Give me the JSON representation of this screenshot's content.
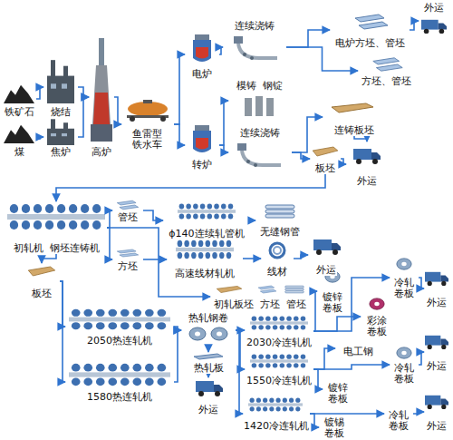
{
  "diagram": {
    "nodes": [
      {
        "text": [
          "铁矿石"
        ]
      },
      {
        "text": [
          "烧结"
        ]
      },
      {
        "text": [
          "煤"
        ]
      },
      {
        "text": [
          "焦炉"
        ]
      },
      {
        "text": [
          "高炉"
        ]
      },
      {
        "text": [
          "鱼雷型铁水车"
        ]
      },
      {
        "text": [
          "电炉"
        ]
      },
      {
        "text": [
          "转炉"
        ]
      },
      {
        "text": [
          "连续浇铸"
        ]
      },
      {
        "text": [
          "电炉方坯、管坯"
        ]
      },
      {
        "text": [
          "方坯、管坯"
        ]
      },
      {
        "text": [
          "外运"
        ]
      },
      {
        "text": [
          "模铸",
          "钢锭"
        ]
      },
      {
        "text": [
          "连续浇铸"
        ]
      },
      {
        "text": [
          "连铸板坯"
        ]
      },
      {
        "text": [
          "板坯"
        ]
      },
      {
        "text": [
          "外运"
        ]
      },
      {
        "text": [
          "初轧机",
          "钢坯连铸机"
        ]
      },
      {
        "text": [
          "管坯"
        ]
      },
      {
        "text": [
          "ϕ140连续轧管机"
        ]
      },
      {
        "text": [
          "无缝钢管"
        ]
      },
      {
        "text": [
          "方坯"
        ]
      },
      {
        "text": [
          "高速线材轧机"
        ]
      },
      {
        "text": [
          "线材"
        ]
      },
      {
        "text": [
          "外运"
        ]
      },
      {
        "text": [
          "初轧板坯",
          "方坯",
          "管坯"
        ]
      },
      {
        "text": [
          "板坯"
        ]
      },
      {
        "text": [
          "2050热连轧机"
        ]
      },
      {
        "text": [
          "1580热连轧机"
        ]
      },
      {
        "text": [
          "热轧钢卷"
        ]
      },
      {
        "text": [
          "热轧板"
        ]
      },
      {
        "text": [
          "外运"
        ]
      },
      {
        "text": [
          "2030冷连轧机"
        ]
      },
      {
        "text": [
          "1550冷连轧机"
        ]
      },
      {
        "text": [
          "1420冷连轧机"
        ]
      },
      {
        "text": [
          "镀锌卷板"
        ]
      },
      {
        "text": [
          "彩涂卷板"
        ]
      },
      {
        "text": [
          "冷轧卷板"
        ]
      },
      {
        "text": [
          "外运"
        ]
      },
      {
        "text": [
          "电工钢"
        ]
      },
      {
        "text": [
          "镀锌卷板"
        ]
      },
      {
        "text": [
          "冷轧卷板"
        ]
      },
      {
        "text": [
          "外运"
        ]
      },
      {
        "text": [
          "镀锡卷板"
        ]
      },
      {
        "text": [
          "冷轧卷板"
        ]
      },
      {
        "text": [
          "外运"
        ]
      }
    ],
    "edges": [
      {
        "from": 0,
        "to": 1,
        "arrow": "to"
      },
      {
        "from": 2,
        "to": 3,
        "arrow": "to"
      },
      {
        "from": 1,
        "to": 4,
        "arrow": "to"
      },
      {
        "from": 3,
        "to": 4,
        "arrow": "to"
      },
      {
        "from": 4,
        "to": 5,
        "arrow": "to"
      },
      {
        "from": 5,
        "to": 6,
        "arrow": "to"
      },
      {
        "from": 5,
        "to": 7,
        "arrow": "to"
      },
      {
        "from": 6,
        "to": 8,
        "arrow": "to"
      },
      {
        "from": 8,
        "to": 9,
        "arrow": "to"
      },
      {
        "from": 8,
        "to": 10,
        "arrow": "to"
      },
      {
        "from": 9,
        "to": 11,
        "arrow": "to"
      },
      {
        "from": 7,
        "to": 12,
        "arrow": "to"
      },
      {
        "from": 7,
        "to": 13,
        "arrow": "to"
      },
      {
        "from": 13,
        "to": 14,
        "arrow": "to"
      },
      {
        "from": 13,
        "to": 15,
        "arrow": "to"
      },
      {
        "from": 14,
        "to": 16,
        "arrow": "to"
      },
      {
        "from": 15,
        "to": 16,
        "arrow": "to"
      },
      {
        "from": 15,
        "to": 17,
        "arrow": "to"
      },
      {
        "from": 17,
        "to": 18,
        "arrow": "to"
      },
      {
        "from": 17,
        "to": 21,
        "arrow": "to"
      },
      {
        "from": 17,
        "to": 25,
        "arrow": "to"
      },
      {
        "from": 17,
        "to": 26,
        "arrow": "to"
      },
      {
        "from": 18,
        "to": 19,
        "arrow": "to"
      },
      {
        "from": 19,
        "to": 20,
        "arrow": "to"
      },
      {
        "from": 21,
        "to": 22,
        "arrow": "to"
      },
      {
        "from": 22,
        "to": 23,
        "arrow": "to"
      },
      {
        "from": 23,
        "to": 24,
        "arrow": "to"
      },
      {
        "from": 26,
        "to": 27,
        "arrow": "to"
      },
      {
        "from": 26,
        "to": 28,
        "arrow": "to"
      },
      {
        "from": 27,
        "to": 29,
        "arrow": "to"
      },
      {
        "from": 28,
        "to": 29,
        "arrow": "to"
      },
      {
        "from": 29,
        "to": 30,
        "arrow": "to"
      },
      {
        "from": 30,
        "to": 31,
        "arrow": "to"
      },
      {
        "from": 29,
        "to": 32,
        "arrow": "to"
      },
      {
        "from": 29,
        "to": 33,
        "arrow": "to"
      },
      {
        "from": 29,
        "to": 34,
        "arrow": "to"
      },
      {
        "from": 32,
        "to": 35,
        "arrow": "to"
      },
      {
        "from": 32,
        "to": 36,
        "arrow": "to"
      },
      {
        "from": 32,
        "to": 37,
        "arrow": "to"
      },
      {
        "from": 37,
        "to": 38,
        "arrow": "to"
      },
      {
        "from": 33,
        "to": 39,
        "arrow": "to"
      },
      {
        "from": 33,
        "to": 40,
        "arrow": "to"
      },
      {
        "from": 33,
        "to": 41,
        "arrow": "to"
      },
      {
        "from": 41,
        "to": 42,
        "arrow": "to"
      },
      {
        "from": 34,
        "to": 43,
        "arrow": "to"
      },
      {
        "from": 34,
        "to": 44,
        "arrow": "to"
      },
      {
        "from": 44,
        "to": 45,
        "arrow": "to"
      }
    ]
  }
}
